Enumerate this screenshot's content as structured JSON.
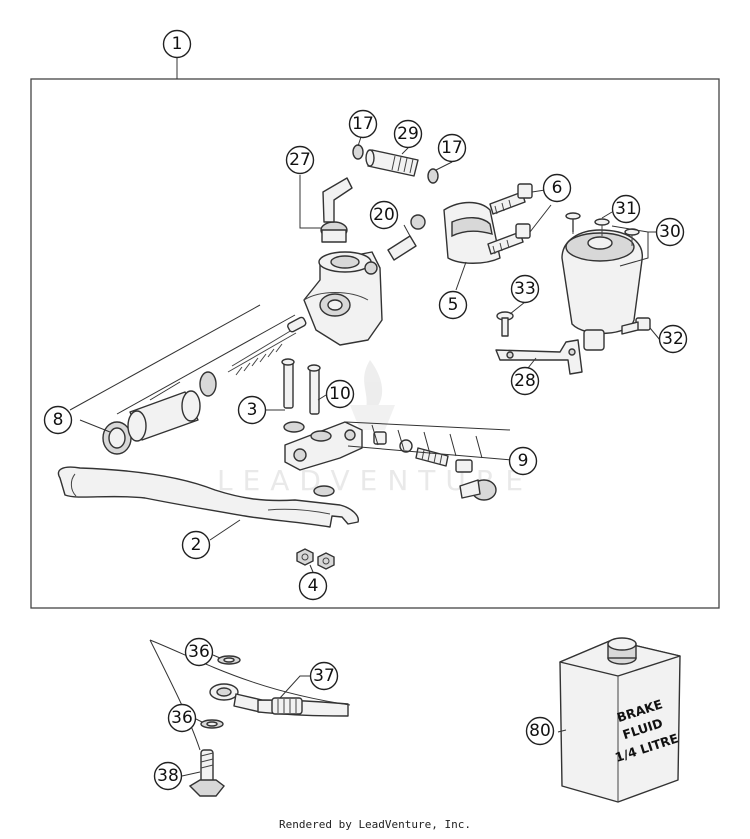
{
  "callouts": {
    "c1": "1",
    "c2": "2",
    "c3": "3",
    "c4": "4",
    "c5": "5",
    "c6": "6",
    "c8": "8",
    "c9": "9",
    "c10": "10",
    "c17a": "17",
    "c17b": "17",
    "c20": "20",
    "c27": "27",
    "c28": "28",
    "c29": "29",
    "c30": "30",
    "c31": "31",
    "c32": "32",
    "c33": "33",
    "c36a": "36",
    "c36b": "36",
    "c37": "37",
    "c38": "38",
    "c80": "80"
  },
  "bottle": {
    "line1": "BRAKE",
    "line2": "FLUID",
    "line3": "1/4 LITRE"
  },
  "watermark": "LEADVENTURE",
  "credit": "Rendered by LeadVenture, Inc."
}
